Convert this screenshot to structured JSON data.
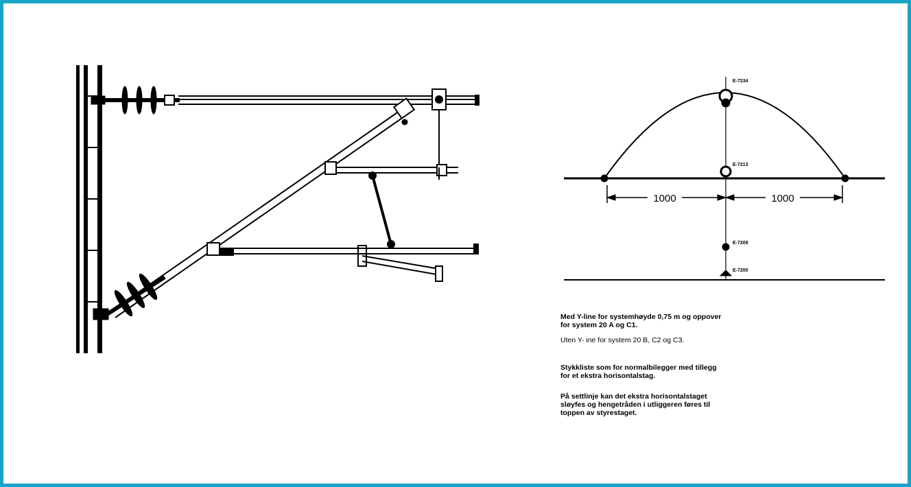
{
  "colors": {
    "frame": "#1aa5c8",
    "ink": "#000000",
    "background": "#ffffff"
  },
  "diagram": {
    "dimensions": {
      "left": "1000",
      "right": "1000"
    },
    "tags": [
      "E-7234",
      "E-7213",
      "E-7209",
      "E-7200"
    ]
  },
  "notes": [
    "Med Y-line for systemhøyde 0,75 m og oppover\nfor system 20 A og C1.",
    "Uten Y- ine for system 20 B, C2 og C3.",
    "Stykkliste som for normalbilegger med tillegg\nfor et ekstra horisontalstag.",
    "På settlinje kan det ekstra horisontalstaget\nsløyfes og hengetråden i utliggeren føres til\ntoppen av styrestaget."
  ]
}
